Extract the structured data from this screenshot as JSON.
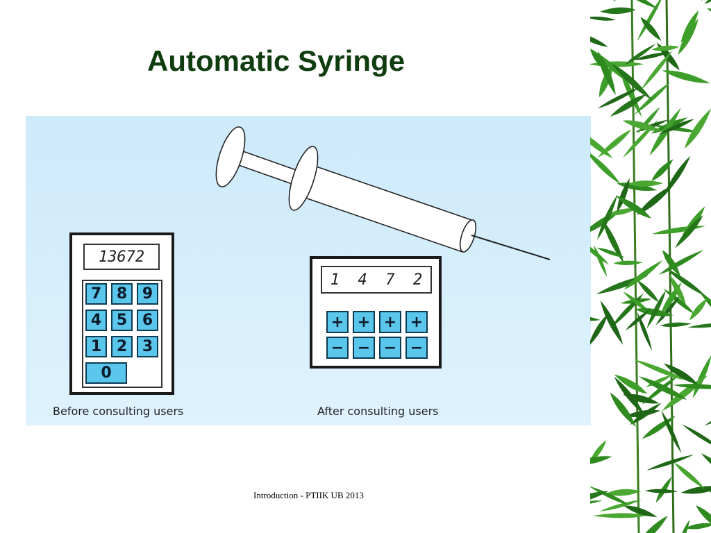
{
  "slide": {
    "title": "Automatic Syringe",
    "footer": "Introduction - PTIIK UB 2013"
  },
  "colors": {
    "title": "#0f3d0f",
    "panel_top": "#cdeafb",
    "key_fill": "#5bc6ec",
    "leaf_green": "#2f8a1f"
  },
  "figure": {
    "before": {
      "caption": "Before consulting users",
      "display": "13672",
      "keys": [
        "7",
        "8",
        "9",
        "4",
        "5",
        "6",
        "1",
        "2",
        "3",
        "0"
      ]
    },
    "after": {
      "caption": "After consulting users",
      "display": "1  4  7  2",
      "plus_keys": [
        "+",
        "+",
        "+",
        "+"
      ],
      "minus_keys": [
        "−",
        "−",
        "−",
        "−"
      ]
    }
  },
  "icons": {
    "syringe": "syringe-icon",
    "bamboo": "bamboo-leaves-icon"
  }
}
